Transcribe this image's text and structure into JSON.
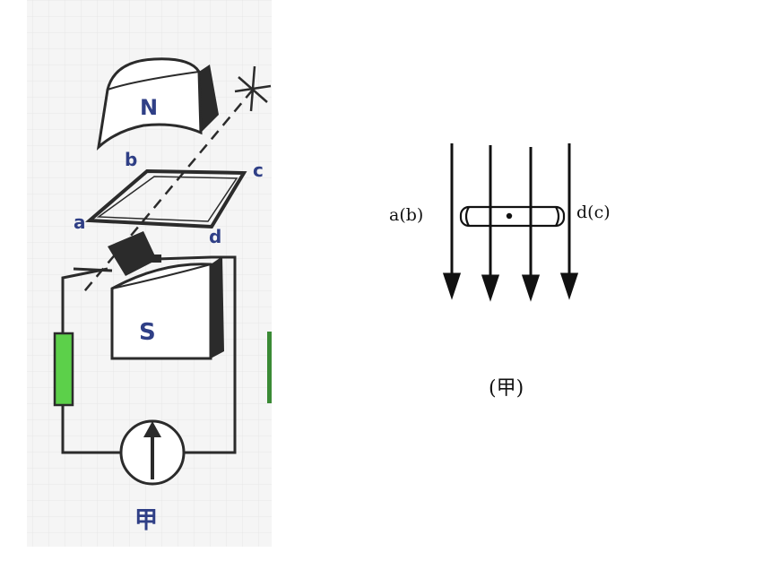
{
  "figure_left": {
    "magnet_north": "N",
    "magnet_south": "S",
    "corner_a": "a",
    "corner_b": "b",
    "corner_c": "c",
    "corner_d": "d",
    "caption": "甲"
  },
  "figure_right": {
    "left_label": "a(b)",
    "right_label": "d(c)",
    "caption": "(甲)",
    "field_line_count": 4
  },
  "colors": {
    "ink": "#2b2b2b",
    "label_blue": "#2f3f86",
    "resistor_green": "#5cd04a",
    "grid_bg": "#f3f3f3",
    "grid_line": "#e7e7e7"
  }
}
